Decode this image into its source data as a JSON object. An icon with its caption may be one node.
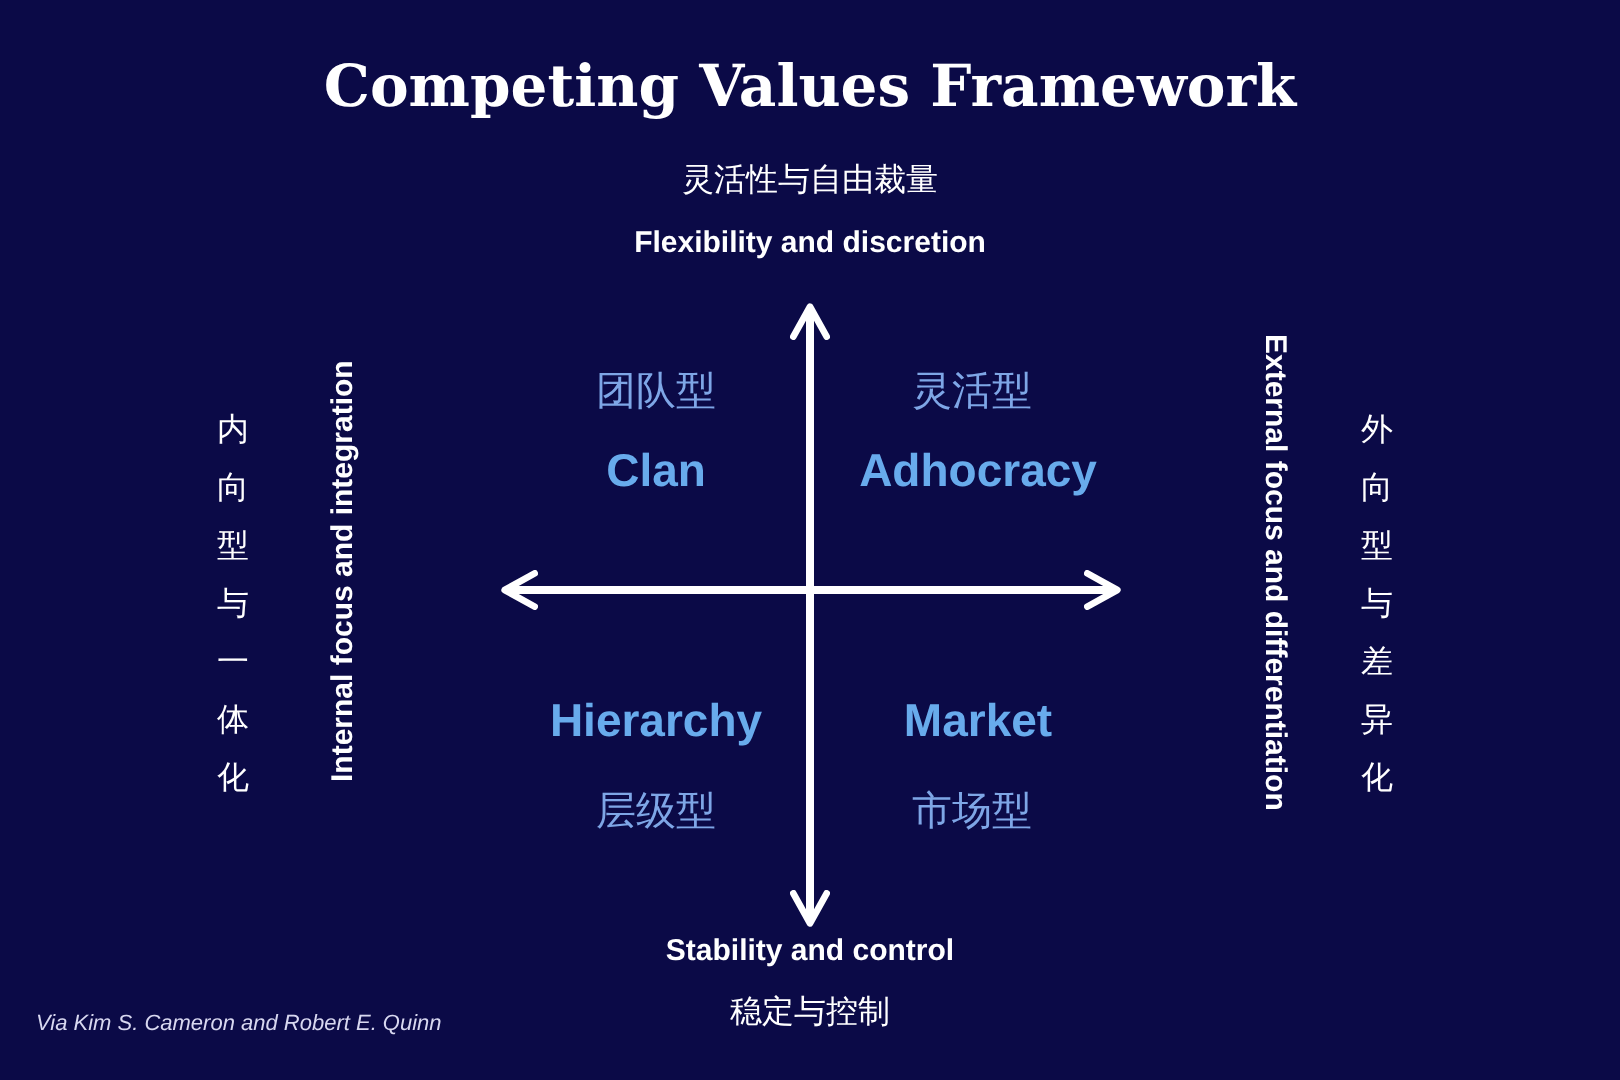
{
  "diagram": {
    "title": "Competing Values Framework",
    "caption": "Via Kim S. Cameron and Robert E. Quinn",
    "labels": [
      "灵活性与自由裁量",
      "Flexibility and discretion",
      "内向型与一体化",
      "Internal focus and integration",
      "团队型",
      "灵活型",
      "Clan",
      "Adhocracy",
      "External focus and differentiation",
      "外向型与差异化",
      "Hierarchy",
      "Market",
      "层级型",
      "市场型",
      "Stability and control",
      "稳定与控制"
    ]
  }
}
